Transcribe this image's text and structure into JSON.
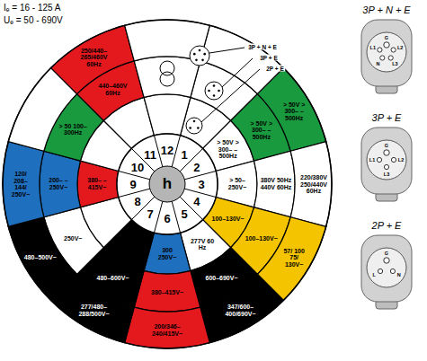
{
  "diagram": {
    "nodes": [
      {
        "text": [
          "250/440– 265/460V 60Hz"
        ]
      },
      {
        "text": [
          "440–460V 60Hz"
        ]
      },
      {
        "text": [
          "> 50 100– 300Hz"
        ]
      },
      {
        "text": [
          "> 50V > 300– –500Hz"
        ]
      },
      {
        "text": [
          "> 50V > 300– –500Hz"
        ]
      },
      {
        "text": [
          "> 50V > 300– –500Hz"
        ]
      },
      {
        "text": [
          "220/380V 250/440V 60Hz"
        ]
      },
      {
        "text": [
          "380V 50Hz 440V 60Hz"
        ]
      },
      {
        "text": [
          "> 50– 250V~"
        ]
      },
      {
        "text": [
          "120/ 208– 144/ 250V~"
        ]
      },
      {
        "text": [
          "200– –250V~"
        ]
      },
      {
        "text": [
          "380– –415V~"
        ]
      },
      {
        "text": [
          "57/ 100 75/ 130V~"
        ]
      },
      {
        "text": [
          "100–130V~"
        ]
      },
      {
        "text": [
          "100–130V~"
        ]
      },
      {
        "text": [
          "347/600– 400/690V~"
        ]
      },
      {
        "text": [
          "600–690V~"
        ]
      },
      {
        "text": [
          "277V 60 Hz"
        ]
      },
      {
        "text": [
          "200/346– 240/415V~"
        ]
      },
      {
        "text": [
          "380–415V~"
        ]
      },
      {
        "text": [
          "300 250V~"
        ]
      },
      {
        "text": [
          "277/480– 288/500V~"
        ]
      },
      {
        "text": [
          "480–600V~"
        ]
      },
      {
        "text": [
          "480–500V~"
        ]
      },
      {
        "text": [
          "250V~"
        ]
      }
    ],
    "labels": [
      "Iₑ = 16 - 125 A",
      "Uₑ = 50 - 690V",
      "1",
      "2",
      "3",
      "4",
      "5",
      "6",
      "7",
      "8",
      "9",
      "10",
      "11",
      "12",
      "h",
      "3P + N + E",
      "3P + E",
      "2P + E",
      "3P + N + E",
      "3P + E",
      "2P + E",
      "G",
      "L2",
      "L3",
      "N",
      "L1",
      "G",
      "L2",
      "L3",
      "L1",
      "G",
      "N",
      "L"
    ]
  }
}
